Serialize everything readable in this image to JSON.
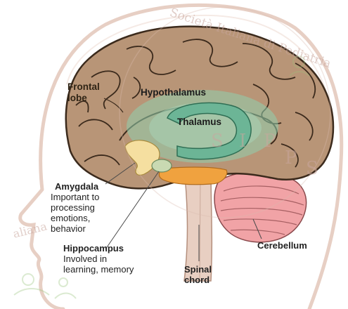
{
  "watermark": {
    "arc_text": "Società Italiana di Pediatria",
    "letters": [
      "S",
      "I",
      "P",
      "P",
      "S"
    ],
    "bottom_text": "aliana"
  },
  "labels": {
    "frontal_lobe": "Frontal\nlobe",
    "hypothalamus": "Hypothalamus",
    "thalamus": "Thalamus",
    "amygdala": "Amygdala",
    "amygdala_desc": "Important to\nprocessing\nemotions,\nbehavior",
    "hippocampus": "Hippocampus",
    "hippocampus_desc": "Involved in\nlearning, memory",
    "spinal_cord": "Spinal\nchord",
    "cerebellum": "Cerebellum"
  },
  "colors": {
    "head_outline": "#e7cfc4",
    "brain_fill": "#b89577",
    "brain_outline": "#3b2a1c",
    "hypothalamus_ring": "#8fcfae",
    "thalamus_fill": "#6cb596",
    "amygdala_fill": "#f5dfa0",
    "hippocampus_fill": "#f0a23f",
    "cerebellum_fill": "#f1a3a6",
    "brainstem_fill": "#e8cfc2"
  }
}
